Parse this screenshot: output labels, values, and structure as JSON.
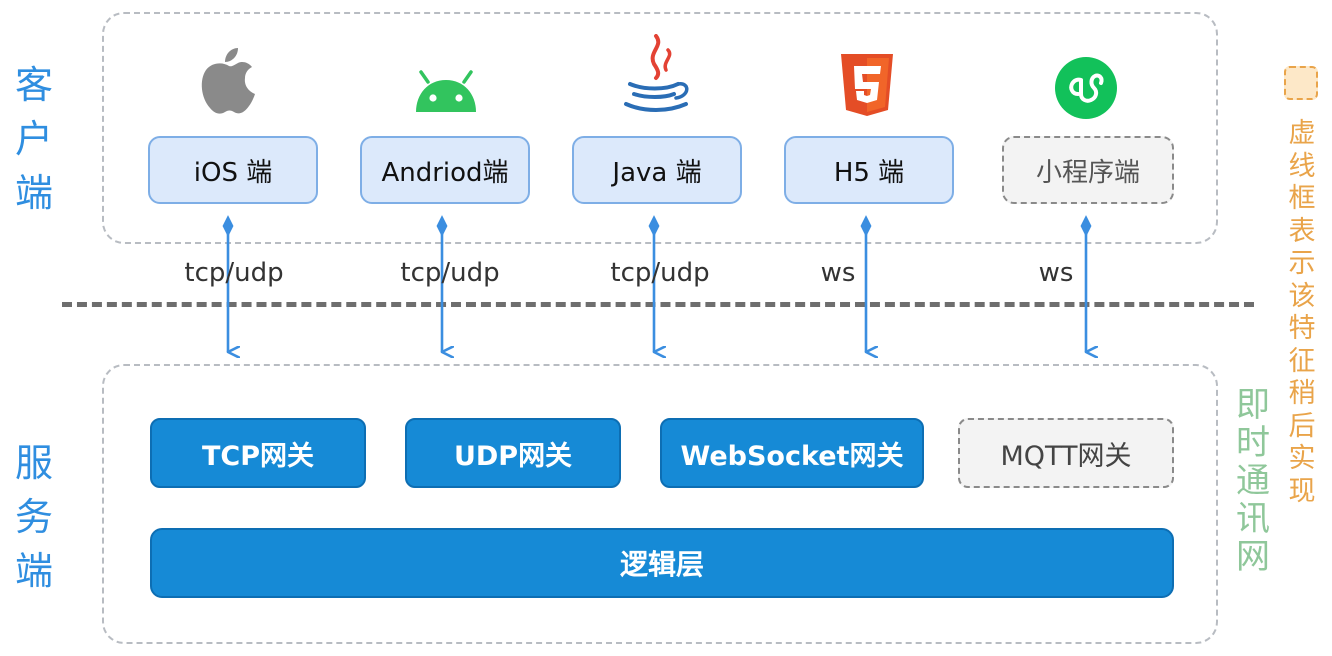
{
  "sections": {
    "client": "客户端",
    "server": "服务端"
  },
  "clients": [
    {
      "label": "iOS 端",
      "icon": "apple-icon",
      "status": "implemented"
    },
    {
      "label": "Andriod端",
      "icon": "android-icon",
      "status": "implemented"
    },
    {
      "label": "Java 端",
      "icon": "java-icon",
      "status": "implemented"
    },
    {
      "label": "H5 端",
      "icon": "html5-icon",
      "status": "implemented"
    },
    {
      "label": "小程序端",
      "icon": "mini-program-icon",
      "status": "planned"
    }
  ],
  "protocols": [
    "tcp/udp",
    "tcp/udp",
    "tcp/udp",
    "ws",
    "ws"
  ],
  "gateways": [
    {
      "label": "TCP网关",
      "status": "implemented"
    },
    {
      "label": "UDP网关",
      "status": "implemented"
    },
    {
      "label": "WebSocket网关",
      "status": "implemented"
    },
    {
      "label": "MQTT网关",
      "status": "planned"
    }
  ],
  "logic_layer": "逻辑层",
  "legend": {
    "text": "虚线框表示该特征稍后实现"
  },
  "watermark": {
    "text": "即时通讯网"
  },
  "colors": {
    "accent_label": "#2f8ee0",
    "client_box_fill": "#dce9fb",
    "gateway_fill": "#168ad6",
    "arrow": "#3b8ee0",
    "legend": "#e9a44a"
  }
}
